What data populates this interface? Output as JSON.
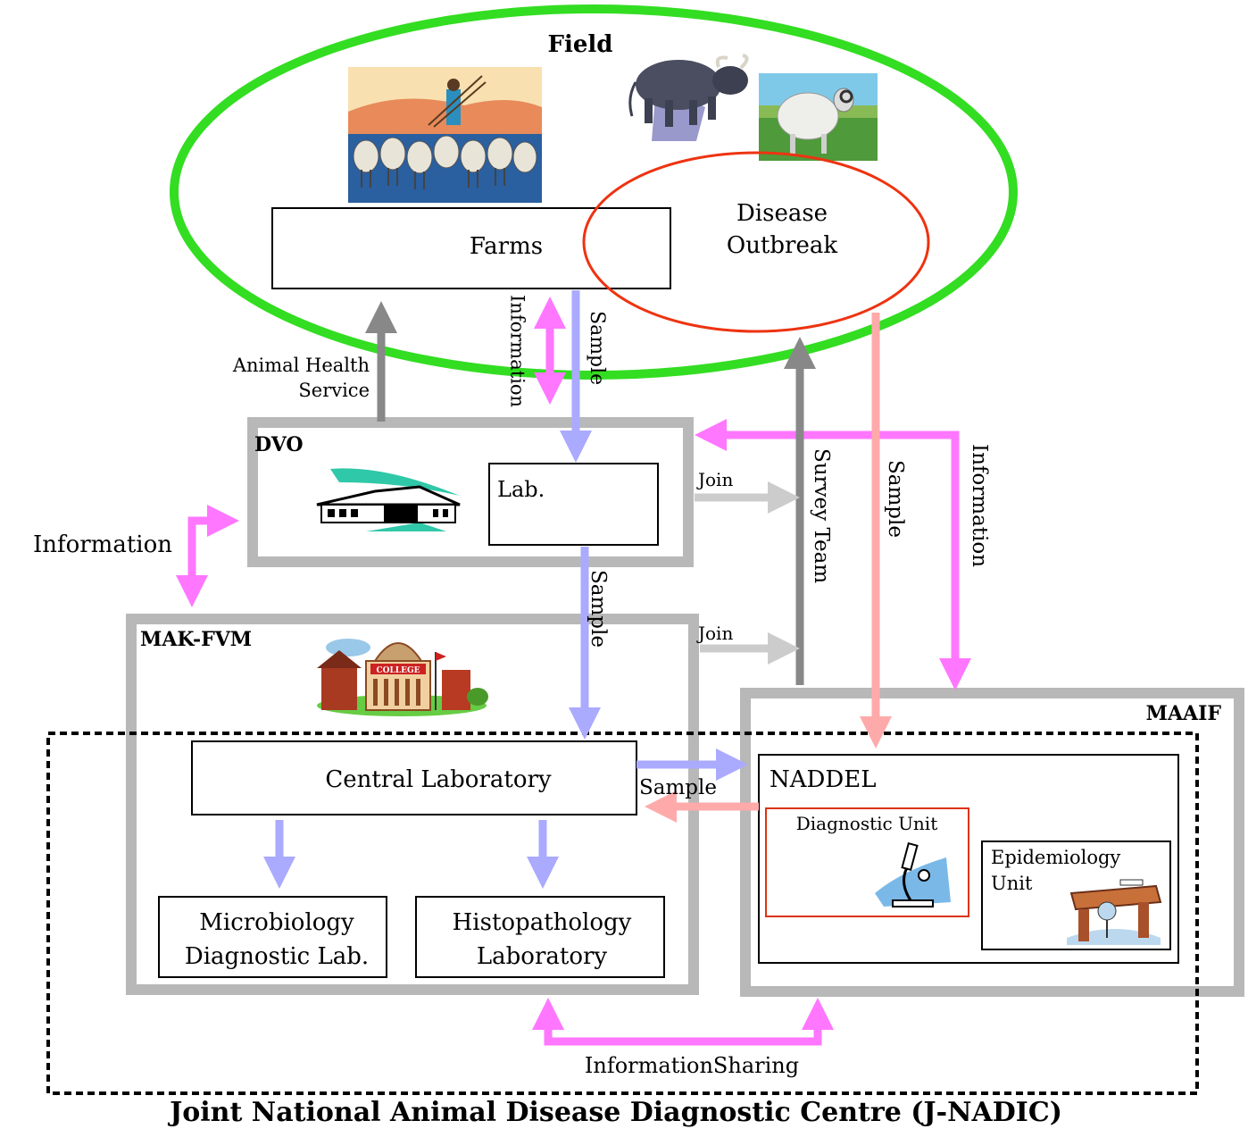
{
  "title": "Joint National Animal Disease Diagnostic Centre (J-NADIC)",
  "field": {
    "label": "Field",
    "farms": "Farms",
    "outbreak_line1": "Disease",
    "outbreak_line2": "Outbreak"
  },
  "dvo": {
    "label": "DVO",
    "lab": "Lab."
  },
  "makfvm": {
    "label": "MAK-FVM",
    "college_sign": "COLLEGE",
    "central_lab": "Central Laboratory",
    "micro_line1": "Microbiology",
    "micro_line2": "Diagnostic Lab.",
    "histo_line1": "Histopathology",
    "histo_line2": "Laboratory"
  },
  "maaif": {
    "label": "MAAIF",
    "naddel": "NADDEL",
    "diag_unit": "Diagnostic Unit",
    "epi_line1": "Epidemiology",
    "epi_line2": "Unit"
  },
  "arrows": {
    "animal_health_line1": "Animal Health",
    "animal_health_line2": "Service",
    "information": "Information",
    "sample": "Sample",
    "join": "Join",
    "survey_team": "Survey Team",
    "information_sharing": "InformationSharing"
  },
  "colors": {
    "field_ellipse": "#33dd22",
    "outbreak_ellipse": "#ee3311",
    "gray_box": "#b8b8b8",
    "gray_arrow": "#888888",
    "light_gray_arrow": "#cccccc",
    "magenta": "#ff77ff",
    "lavender": "#aaaaff",
    "salmon": "#ffaaaa",
    "diag_border": "#dd3311"
  }
}
